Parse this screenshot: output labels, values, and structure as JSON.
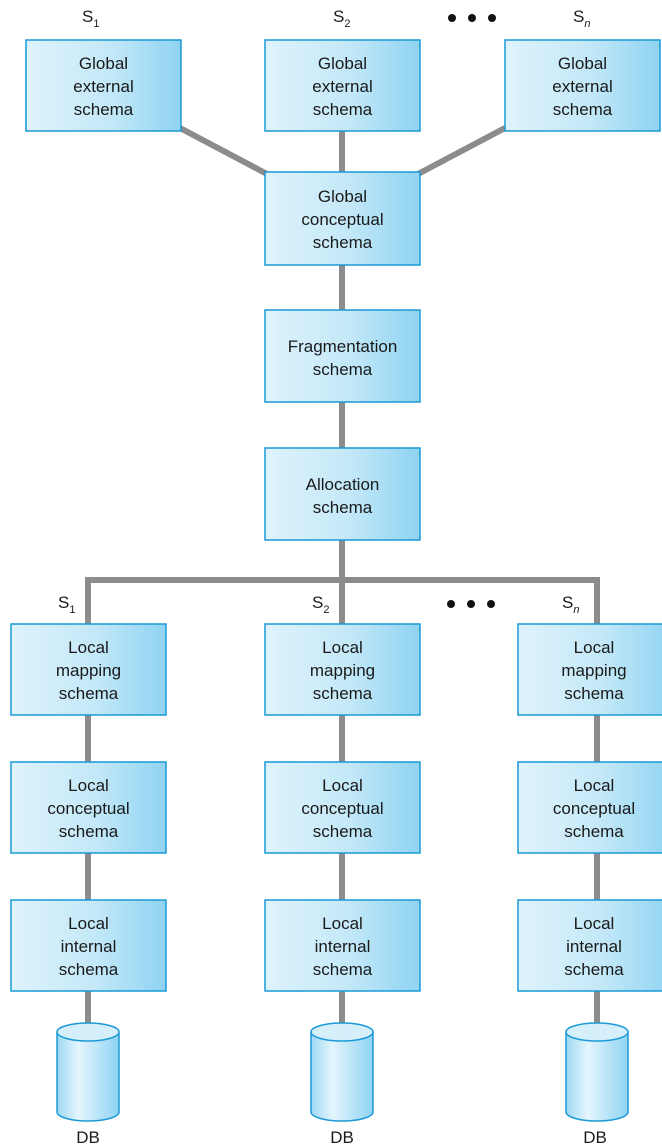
{
  "global": {
    "sites": [
      {
        "label_main": "S",
        "label_sub": "1",
        "italic": false
      },
      {
        "label_main": "S",
        "label_sub": "2",
        "italic": false
      },
      {
        "label_main": "S",
        "label_sub": "n",
        "italic": true
      }
    ],
    "external_schema": [
      "Global",
      "external",
      "schema"
    ],
    "conceptual_schema": [
      "Global",
      "conceptual",
      "schema"
    ],
    "fragmentation_schema": [
      "Fragmentation",
      "schema"
    ],
    "allocation_schema": [
      "Allocation",
      "schema"
    ]
  },
  "local": {
    "sites": [
      {
        "label_main": "S",
        "label_sub": "1",
        "italic": false
      },
      {
        "label_main": "S",
        "label_sub": "2",
        "italic": false
      },
      {
        "label_main": "S",
        "label_sub": "n",
        "italic": true
      }
    ],
    "mapping_schema": [
      "Local",
      "mapping",
      "schema"
    ],
    "conceptual_schema": [
      "Local",
      "conceptual",
      "schema"
    ],
    "internal_schema": [
      "Local",
      "internal",
      "schema"
    ],
    "db_label": "DB"
  },
  "colors": {
    "box_fill_light": "#d8f0fb",
    "box_fill_dark": "#8fd3f2",
    "box_border": "#1a9ad6",
    "connector": "#8c8c8c"
  }
}
